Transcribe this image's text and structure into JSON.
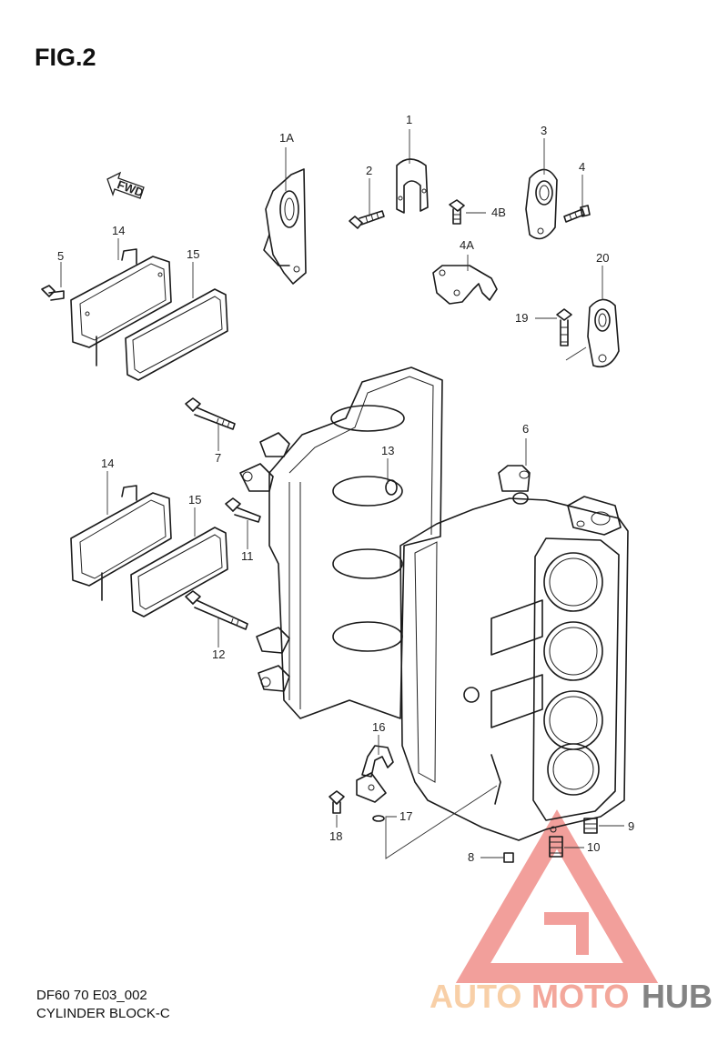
{
  "figure": {
    "title": "FIG.2",
    "code": "DF60 70 E03_002",
    "caption": "CYLINDER BLOCK-C"
  },
  "arrow_label": "FWD",
  "part_labels": [
    {
      "id": "p1",
      "text": "1"
    },
    {
      "id": "p1a",
      "text": "1A"
    },
    {
      "id": "p2",
      "text": "2"
    },
    {
      "id": "p3",
      "text": "3"
    },
    {
      "id": "p4",
      "text": "4"
    },
    {
      "id": "p4a",
      "text": "4A"
    },
    {
      "id": "p4b",
      "text": "4B"
    },
    {
      "id": "p5",
      "text": "5"
    },
    {
      "id": "p6",
      "text": "6"
    },
    {
      "id": "p7",
      "text": "7"
    },
    {
      "id": "p8",
      "text": "8"
    },
    {
      "id": "p9",
      "text": "9"
    },
    {
      "id": "p10",
      "text": "10"
    },
    {
      "id": "p11",
      "text": "11"
    },
    {
      "id": "p12",
      "text": "12"
    },
    {
      "id": "p13",
      "text": "13"
    },
    {
      "id": "p14a",
      "text": "14"
    },
    {
      "id": "p14b",
      "text": "14"
    },
    {
      "id": "p15a",
      "text": "15"
    },
    {
      "id": "p15b",
      "text": "15"
    },
    {
      "id": "p16",
      "text": "16"
    },
    {
      "id": "p17",
      "text": "17"
    },
    {
      "id": "p18",
      "text": "18"
    },
    {
      "id": "p19",
      "text": "19"
    },
    {
      "id": "p20",
      "text": "20"
    }
  ],
  "watermark": {
    "part1": "AUTO",
    "part2": "MOTO",
    "part3": "HUB",
    "color_light": "#f6c08a",
    "color_mid": "#f08a7a",
    "color_dark": "#5a5a5a"
  }
}
